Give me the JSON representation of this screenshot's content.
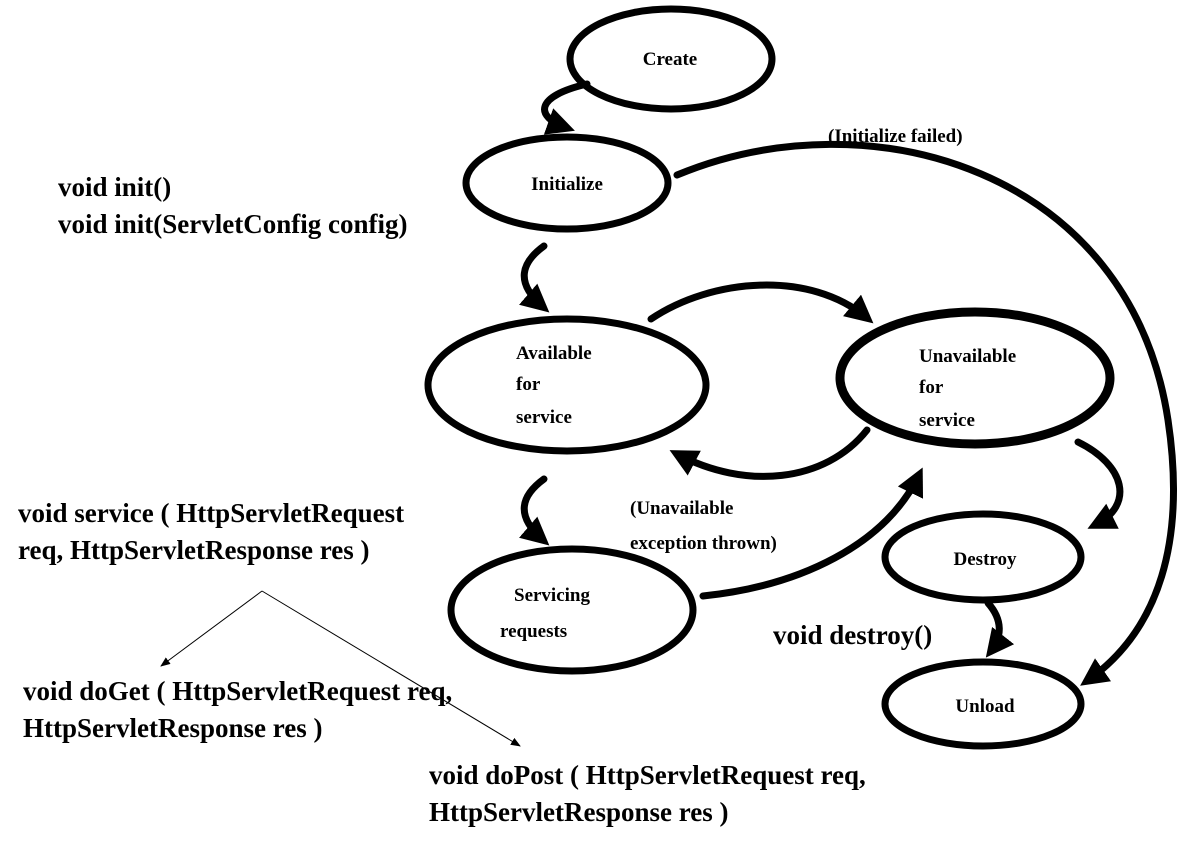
{
  "nodes": {
    "create": "Create",
    "initialize": "Initialize",
    "available": [
      "Available",
      "for",
      "service"
    ],
    "unavailable": [
      "Unavailable",
      "for",
      "service"
    ],
    "servicing": [
      "Servicing",
      "requests"
    ],
    "destroy": "Destroy",
    "unload": "Unload"
  },
  "edge_labels": {
    "initialize_failed": "(Initialize failed)",
    "unavailable_exception": [
      "(Unavailable",
      "exception thrown)"
    ]
  },
  "methods": {
    "init": [
      "void init()",
      "void init(ServletConfig config)"
    ],
    "service": [
      "void service ( HttpServletRequest",
      "req, HttpServletResponse res )"
    ],
    "doget": [
      "void doGet ( HttpServletRequest req,",
      "HttpServletResponse res )"
    ],
    "dopost": [
      "void doPost ( HttpServletRequest req,",
      "HttpServletResponse res )"
    ],
    "destroy": "void destroy()"
  }
}
